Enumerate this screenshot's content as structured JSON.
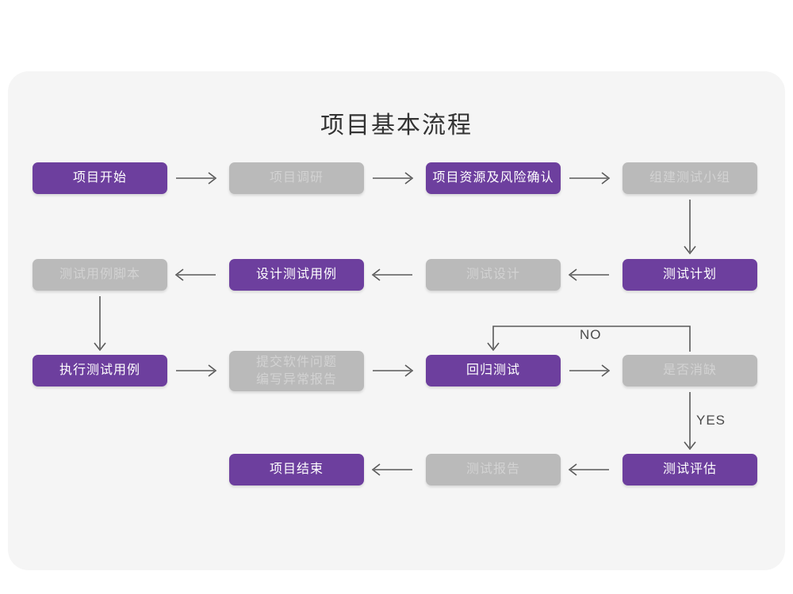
{
  "page": {
    "title": "项目基本流程",
    "panel_bg": "#f5f5f5",
    "page_bg": "#ffffff"
  },
  "theme": {
    "accent_purple": "#6d3f9e",
    "muted_gray": "#bababa",
    "gray_text": "#d2d2d2",
    "purple_text": "#ffffff",
    "arrow_color": "#595959",
    "title_color": "#333333"
  },
  "flow": {
    "type": "flowchart",
    "nodes": [
      {
        "id": "n1",
        "label": "项目开始",
        "style": "purple",
        "row": 1,
        "col": 1
      },
      {
        "id": "n2",
        "label": "项目调研",
        "style": "gray",
        "row": 1,
        "col": 2
      },
      {
        "id": "n3",
        "label": "项目资源及风险确认",
        "style": "purple",
        "row": 1,
        "col": 3
      },
      {
        "id": "n4",
        "label": "组建测试小组",
        "style": "gray",
        "row": 1,
        "col": 4
      },
      {
        "id": "n5",
        "label": "测试用例脚本",
        "style": "gray",
        "row": 2,
        "col": 1
      },
      {
        "id": "n6",
        "label": "设计测试用例",
        "style": "purple",
        "row": 2,
        "col": 2
      },
      {
        "id": "n7",
        "label": "测试设计",
        "style": "gray",
        "row": 2,
        "col": 3
      },
      {
        "id": "n8",
        "label": "测试计划",
        "style": "purple",
        "row": 2,
        "col": 4
      },
      {
        "id": "n9",
        "label": "执行测试用例",
        "style": "purple",
        "row": 3,
        "col": 1
      },
      {
        "id": "n10",
        "label": "提交软件问题\n编写异常报告",
        "style": "gray",
        "row": 3,
        "col": 2
      },
      {
        "id": "n11",
        "label": "回归测试",
        "style": "purple",
        "row": 3,
        "col": 3
      },
      {
        "id": "n12",
        "label": "是否消缺",
        "style": "gray",
        "row": 3,
        "col": 4
      },
      {
        "id": "n13",
        "label": "项目结束",
        "style": "purple",
        "row": 4,
        "col": 2
      },
      {
        "id": "n14",
        "label": "测试报告",
        "style": "gray",
        "row": 4,
        "col": 3
      },
      {
        "id": "n15",
        "label": "测试评估",
        "style": "purple",
        "row": 4,
        "col": 4
      }
    ],
    "edges": [
      {
        "from": "n1",
        "to": "n2",
        "dir": "right",
        "label": ""
      },
      {
        "from": "n2",
        "to": "n3",
        "dir": "right",
        "label": ""
      },
      {
        "from": "n3",
        "to": "n4",
        "dir": "right",
        "label": ""
      },
      {
        "from": "n4",
        "to": "n8",
        "dir": "down",
        "label": ""
      },
      {
        "from": "n8",
        "to": "n7",
        "dir": "left",
        "label": ""
      },
      {
        "from": "n7",
        "to": "n6",
        "dir": "left",
        "label": ""
      },
      {
        "from": "n6",
        "to": "n5",
        "dir": "left",
        "label": ""
      },
      {
        "from": "n5",
        "to": "n9",
        "dir": "down",
        "label": ""
      },
      {
        "from": "n9",
        "to": "n10",
        "dir": "right",
        "label": ""
      },
      {
        "from": "n10",
        "to": "n11",
        "dir": "right",
        "label": ""
      },
      {
        "from": "n11",
        "to": "n12",
        "dir": "right",
        "label": ""
      },
      {
        "from": "n12",
        "to": "n11",
        "dir": "loop-up-left",
        "label": "NO"
      },
      {
        "from": "n12",
        "to": "n15",
        "dir": "down",
        "label": "YES"
      },
      {
        "from": "n15",
        "to": "n14",
        "dir": "left",
        "label": ""
      },
      {
        "from": "n14",
        "to": "n13",
        "dir": "left",
        "label": ""
      }
    ],
    "labels": {
      "no": "NO",
      "yes": "YES"
    }
  }
}
